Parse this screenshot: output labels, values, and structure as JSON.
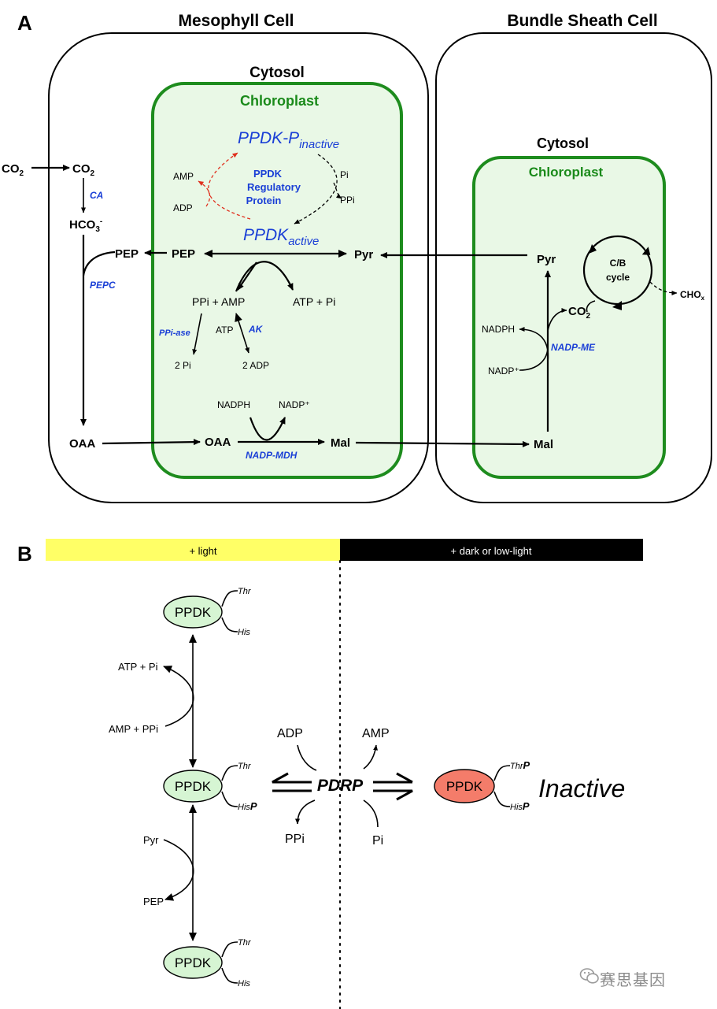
{
  "panel_a": {
    "label": "A",
    "mesophyll_title": "Mesophyll Cell",
    "bundle_title": "Bundle Sheath Cell",
    "ms_cytosol": "Cytosol",
    "ms_chloroplast": "Chloroplast",
    "bs_cytosol": "Cytosol",
    "bs_chloroplast": "Chloroplast",
    "ppdk_p": "PPDK-P",
    "ppdk_p_sub": "inactive",
    "ppdk_active": "PPDK",
    "ppdk_active_sub": "active",
    "regulatory_l1": "PPDK",
    "regulatory_l2": "Regulatory",
    "regulatory_l3": "Protein",
    "amp": "AMP",
    "adp": "ADP",
    "pi": "Pi",
    "ppi": "PPi",
    "co2_out": "CO",
    "co2_in": "CO",
    "ca": "CA",
    "hco3": "HCO",
    "pep_cyt": "PEP",
    "pepc": "PEPC",
    "pep_chl": "PEP",
    "pyr_chl": "Pyr",
    "ppi_amp": "PPi + AMP",
    "atp_pi": "ATP + Pi",
    "ppi_ase": "PPi-ase",
    "atp": "ATP",
    "ak": "AK",
    "two_pi": "2 Pi",
    "two_adp": "2 ADP",
    "oaa_cyt": "OAA",
    "oaa_chl": "OAA",
    "nadph_ms": "NADPH",
    "nadp_ms": "NADP⁺",
    "nadp_mdh": "NADP-MDH",
    "mal_ms": "Mal",
    "mal_bs": "Mal",
    "pyr_bs": "Pyr",
    "co2_bs": "CO",
    "nadph_bs": "NADPH",
    "nadp_bs": "NADP⁺",
    "nadp_me": "NADP-ME",
    "cb_l1": "C/B",
    "cb_l2": "cycle",
    "choh": "CHO",
    "choh_sub": "x"
  },
  "panel_b": {
    "label": "B",
    "light": "+ light",
    "dark": "+ dark or low-light",
    "ppdk": "PPDK",
    "thr": "Thr",
    "his": "His",
    "p": "P",
    "atp_pi": "ATP + Pi",
    "amp_ppi": "AMP + PPi",
    "pyr": "Pyr",
    "pep": "PEP",
    "adp": "ADP",
    "amp": "AMP",
    "pdrp": "PDRP",
    "ppi": "PPi",
    "pi": "Pi",
    "inactive": "Inactive"
  },
  "watermark": "赛思基因",
  "colors": {
    "chloroplast_fill": "#e9f8e6",
    "chloroplast_stroke": "#1e8c1e",
    "enzyme_blue": "#1a3fd6",
    "light_bar": "#ffff66",
    "dark_bar": "#000000",
    "ppdk_active_fill": "#d6f5d3",
    "ppdk_inactive_fill": "#f47c6a",
    "regulatory_arrow": "#e0301e"
  }
}
